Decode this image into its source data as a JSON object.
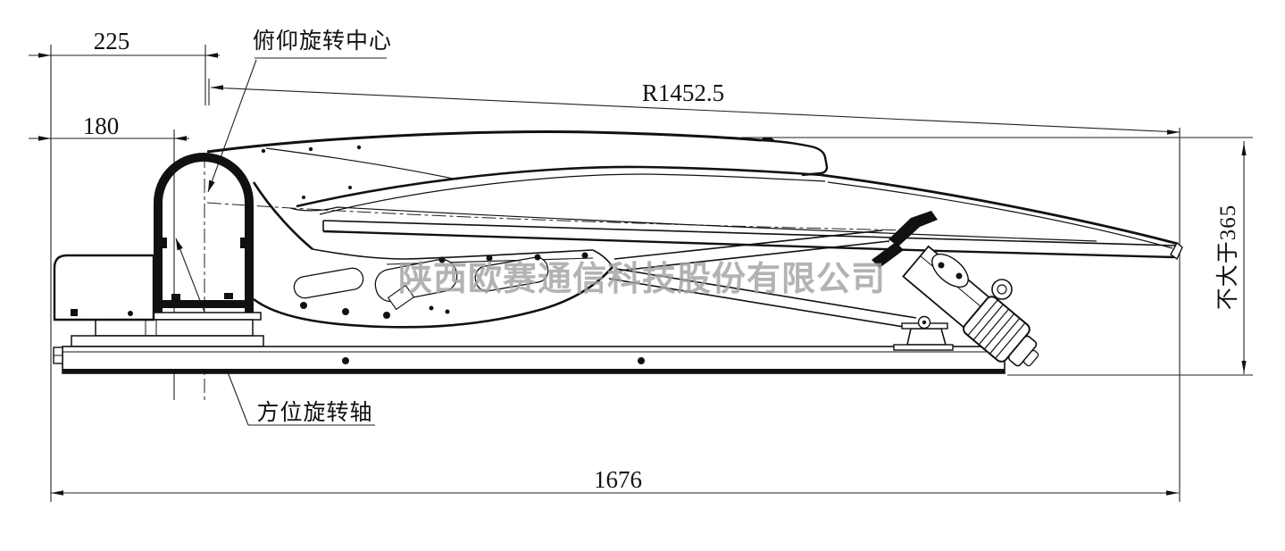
{
  "page": {
    "background": "#ffffff",
    "line_color": "#111111",
    "watermark_color": "#a3a3a3"
  },
  "drawing": {
    "type": "engineering-side-view",
    "watermark": "陕西欧赛通信科技股份有限公司",
    "annotations": {
      "pitch_center_label": "俯仰旋转中心",
      "azimuth_axis_label": "方位旋转轴"
    },
    "dimensions": {
      "offset_225": "225",
      "offset_180": "180",
      "dish_radius": "R1452.5",
      "max_height": "不大于365",
      "overall_length": "1676"
    }
  }
}
